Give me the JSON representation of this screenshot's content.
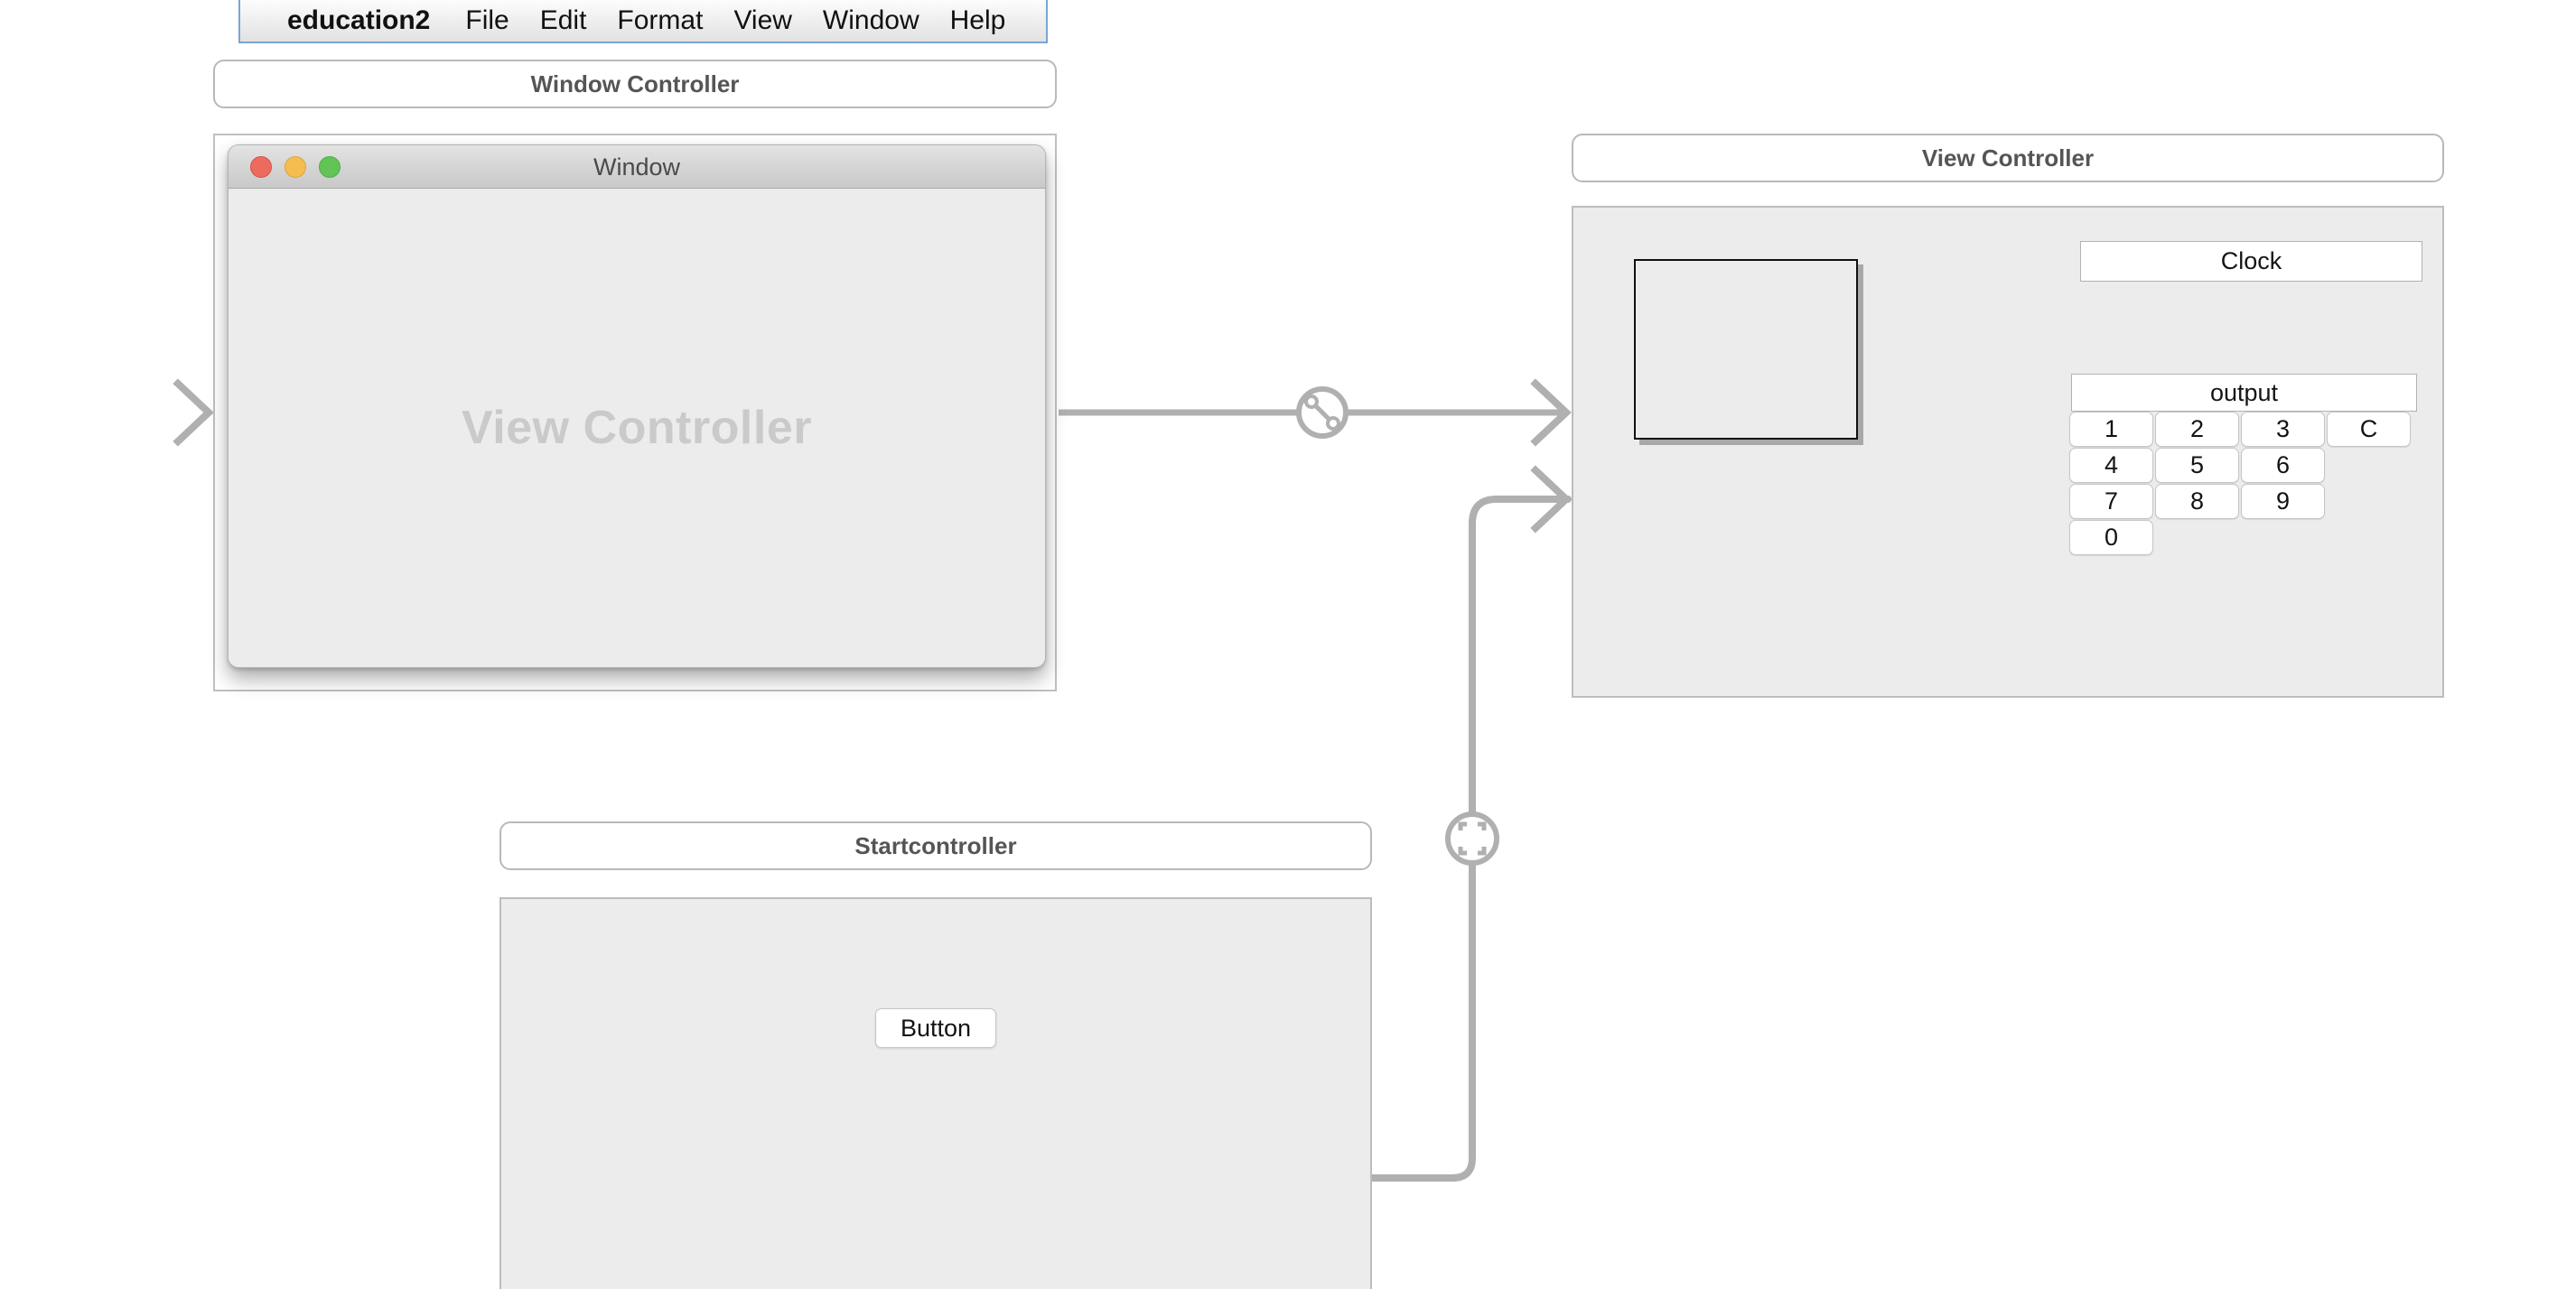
{
  "menubar": {
    "app_name": "education2",
    "items": [
      "File",
      "Edit",
      "Format",
      "View",
      "Window",
      "Help"
    ]
  },
  "scenes": {
    "window_controller": {
      "header": "Window Controller",
      "window_title": "Window",
      "placeholder": "View Controller",
      "traffic_lights": [
        {
          "name": "close",
          "color": "#ED6B5E"
        },
        {
          "name": "minimize",
          "color": "#F5BD4F"
        },
        {
          "name": "zoom",
          "color": "#61C454"
        }
      ]
    },
    "view_controller": {
      "header": "View Controller",
      "clock_label": "Clock",
      "output_label": "output",
      "keypad": [
        {
          "label": "1",
          "col": 0,
          "row": 0
        },
        {
          "label": "2",
          "col": 1,
          "row": 0
        },
        {
          "label": "3",
          "col": 2,
          "row": 0
        },
        {
          "label": "C",
          "col": 3,
          "row": 0
        },
        {
          "label": "4",
          "col": 0,
          "row": 1
        },
        {
          "label": "5",
          "col": 1,
          "row": 1
        },
        {
          "label": "6",
          "col": 2,
          "row": 1
        },
        {
          "label": "7",
          "col": 0,
          "row": 2
        },
        {
          "label": "8",
          "col": 1,
          "row": 2
        },
        {
          "label": "9",
          "col": 2,
          "row": 2
        },
        {
          "label": "0",
          "col": 0,
          "row": 3
        }
      ]
    },
    "start_controller": {
      "header": "Startcontroller",
      "button_label": "Button"
    }
  },
  "connectors": {
    "entry_point": "initial-view-controller-arrow",
    "relationship_segue": "relationship-segue-icon",
    "show_segue": "show-segue-icon"
  },
  "colors": {
    "canvas_background": "#ffffff",
    "scene_fill": "#ececec",
    "scene_border": "#bdbdbd",
    "wire": "#b0b0b0",
    "placeholder_text": "#cacaca",
    "menubar_border": "#7aa5d2"
  }
}
